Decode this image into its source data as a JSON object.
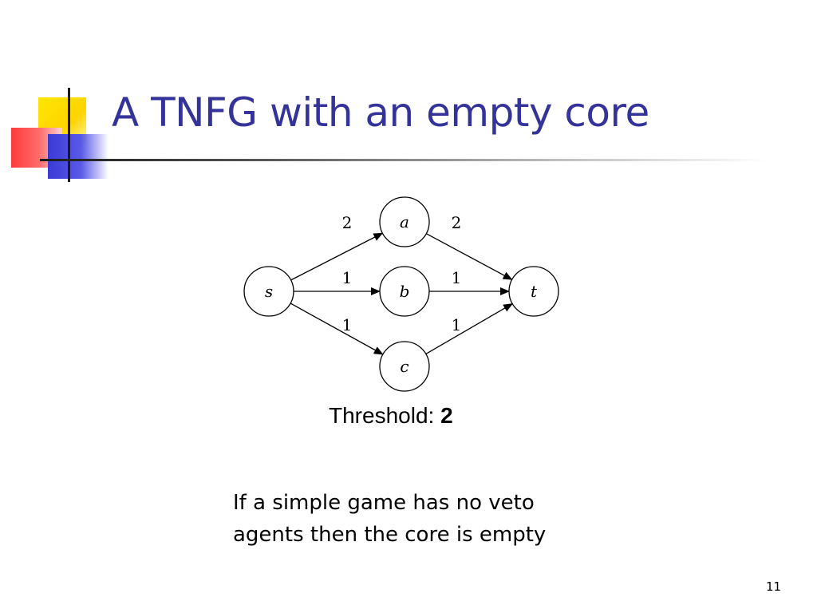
{
  "slide": {
    "title": "A TNFG with an empty core",
    "threshold_label": "Threshold:",
    "threshold_value": "2",
    "note_lines": [
      "If a simple game has no veto",
      "agents then the core is empty"
    ],
    "page_number": "11",
    "colors": {
      "title": "#333399",
      "deco_yellow": "#ffe600",
      "deco_red": "#ff3a3a",
      "deco_blue": "#3a3ad6"
    }
  },
  "graph": {
    "nodes": [
      {
        "id": "s",
        "label": "s"
      },
      {
        "id": "a",
        "label": "a"
      },
      {
        "id": "b",
        "label": "b"
      },
      {
        "id": "c",
        "label": "c"
      },
      {
        "id": "t",
        "label": "t"
      }
    ],
    "edges": [
      {
        "id": "s-a",
        "from": "s",
        "to": "a",
        "weight": "2"
      },
      {
        "id": "s-b",
        "from": "s",
        "to": "b",
        "weight": "1"
      },
      {
        "id": "s-c",
        "from": "s",
        "to": "c",
        "weight": "1"
      },
      {
        "id": "a-t",
        "from": "a",
        "to": "t",
        "weight": "2"
      },
      {
        "id": "b-t",
        "from": "b",
        "to": "t",
        "weight": "1"
      },
      {
        "id": "c-t",
        "from": "c",
        "to": "t",
        "weight": "1"
      }
    ]
  }
}
